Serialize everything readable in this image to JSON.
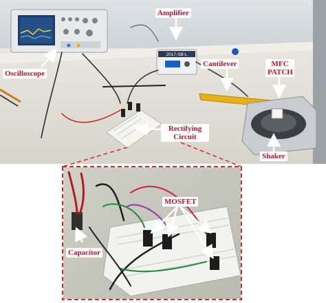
{
  "labels": {
    "oscilloscope": "Oscilloscope",
    "amplifier": "Amplifier",
    "cantilever": "Cantilever",
    "mfc_line1": "MFC",
    "mfc_line2": "PATCH",
    "rectifying_line1": "Rectifying",
    "rectifying_line2": "Circuit",
    "shaker": "Shaker",
    "mosfet": "MOSFET",
    "capacitor": "Capacitor"
  },
  "device_text": {
    "amplifier_panel": "2017-SB-L"
  },
  "colors": {
    "label_text": "#c8102e",
    "inset_border": "#d42a2a",
    "arrow": "#ffffff"
  }
}
